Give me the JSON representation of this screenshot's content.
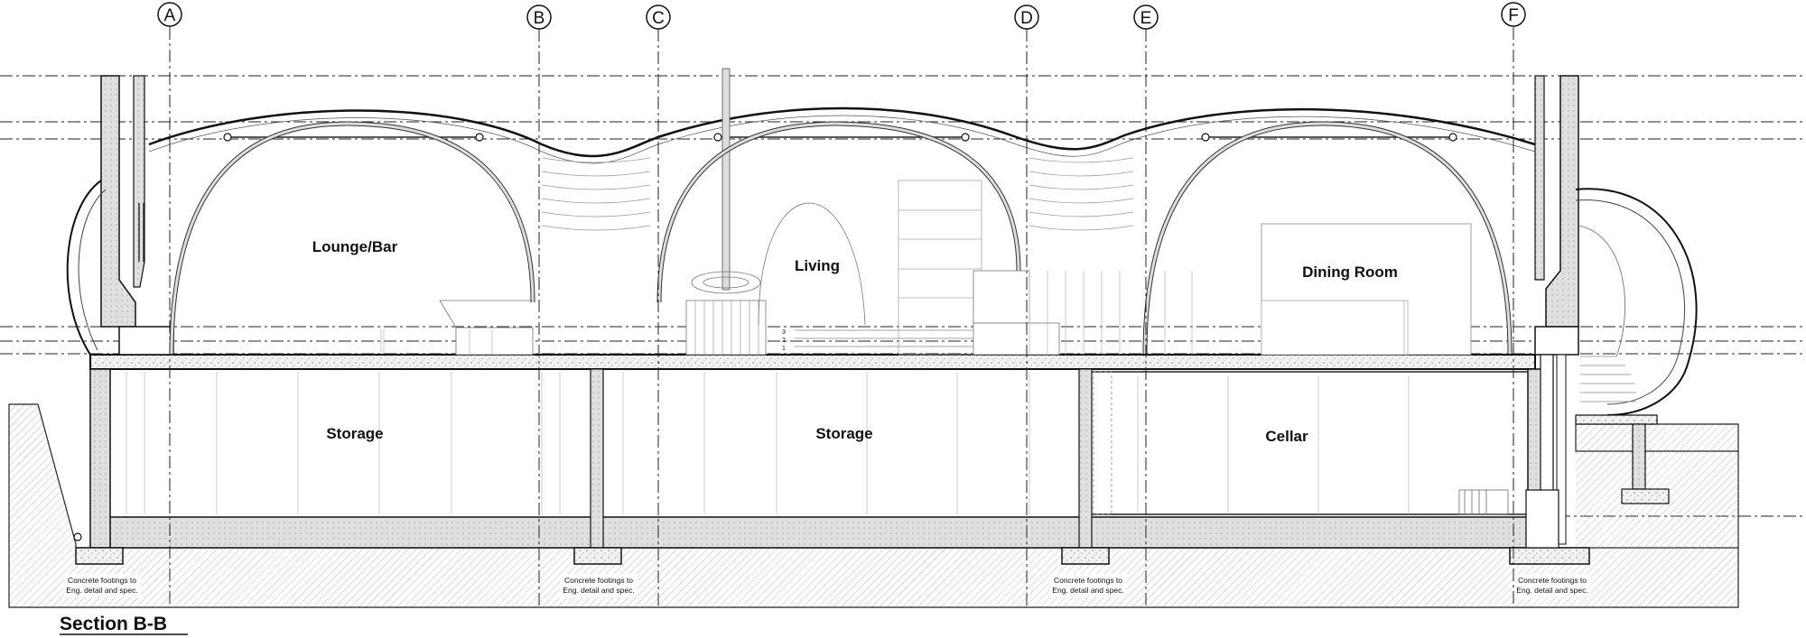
{
  "title": "Section B-B",
  "grid_axes": [
    "A",
    "B",
    "C",
    "D",
    "E",
    "F"
  ],
  "rooms_upper": [
    "Lounge/Bar",
    "Living",
    "Dining Room"
  ],
  "rooms_lower": [
    "Storage",
    "Storage",
    "Cellar"
  ],
  "stair_numbers": [
    "3",
    "2",
    "1"
  ],
  "footing_note_line1": "Concrete footings to",
  "footing_note_line2": "Eng. detail and spec."
}
